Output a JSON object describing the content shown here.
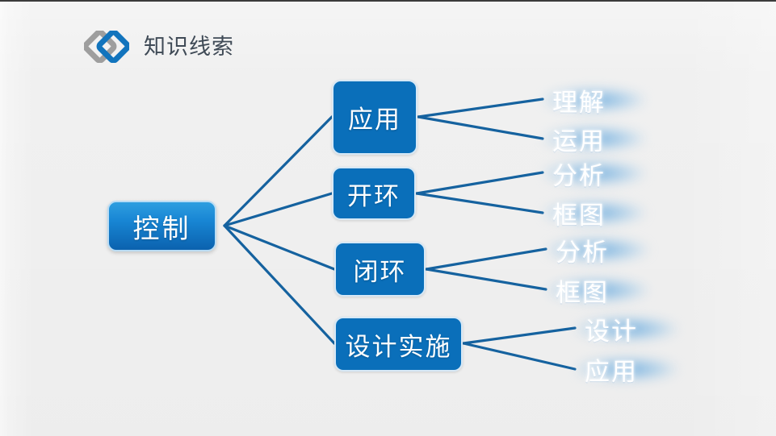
{
  "slide": {
    "background_color": "#f0f0f0",
    "accent_color": "#0a6fba",
    "root_color": "#1886d4",
    "glow_color": "#4696d7"
  },
  "header": {
    "title": "知识线索",
    "logo_name": "double-diamond-logo",
    "logo_gray": "#9e9e9e",
    "logo_blue": "#1274bd"
  },
  "diagram": {
    "root": {
      "label": "控制"
    },
    "branches": [
      {
        "label": "应用",
        "leaves": [
          {
            "label": "理解"
          },
          {
            "label": "运用"
          }
        ]
      },
      {
        "label": "开环",
        "leaves": [
          {
            "label": "分析"
          },
          {
            "label": "框图"
          }
        ]
      },
      {
        "label": "闭环",
        "leaves": [
          {
            "label": "分析"
          },
          {
            "label": "框图"
          }
        ]
      },
      {
        "label": "设计实施",
        "leaves": [
          {
            "label": "设计"
          },
          {
            "label": "应用"
          }
        ]
      }
    ]
  }
}
